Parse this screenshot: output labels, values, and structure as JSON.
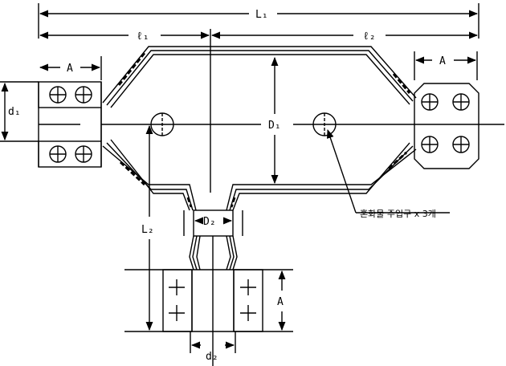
{
  "labels": {
    "L1": "L₁",
    "l1": "ℓ₁",
    "l2": "ℓ₂",
    "A_left": "A",
    "A_right": "A",
    "A_bottom": "A",
    "d1": "d₁",
    "D1": "D₁",
    "D2": "D₂",
    "L2": "L₂",
    "d2": "d₂"
  },
  "callout": {
    "text": "혼화물 주입구 x 3개"
  },
  "colors": {
    "line": "#000000",
    "background": "#ffffff"
  }
}
